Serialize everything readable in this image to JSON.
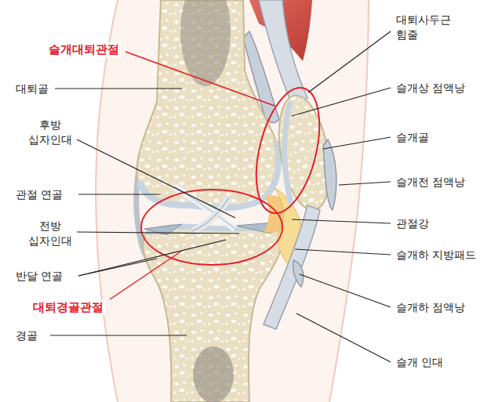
{
  "diagram": {
    "labels": [
      "슬개대퇴관절",
      "대퇴골",
      "후방 십자인대",
      "관절 연골",
      "전방 십자인대",
      "반달 연골",
      "대퇴경골관절",
      "경골",
      "대퇴사두근 힘줄",
      "슬개상 점액낭",
      "슬개골",
      "슬개전 점액낭",
      "관절강",
      "슬개하 지방패드",
      "슬개하 점액낭",
      "슬개 인대"
    ]
  }
}
